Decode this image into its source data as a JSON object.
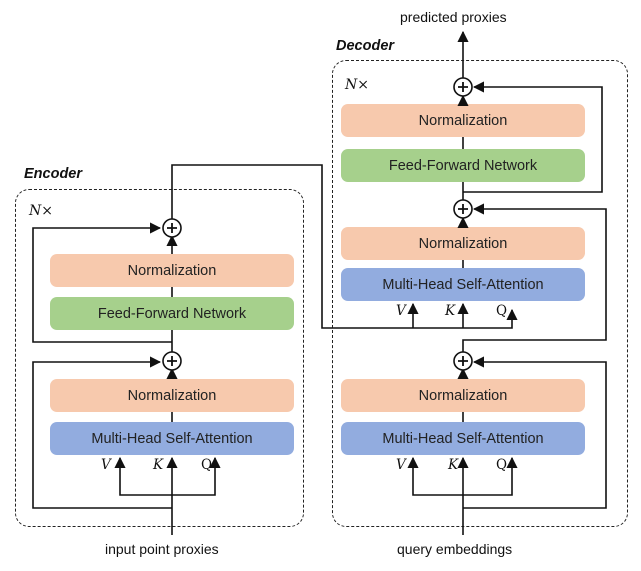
{
  "encoder": {
    "title": "Encoder",
    "repeat": "N×",
    "norm_top": "Normalization",
    "ffn": "Feed-Forward Network",
    "norm_bottom": "Normalization",
    "mhsa": "Multi-Head Self-Attention",
    "ports": {
      "v": "V",
      "k": "K",
      "q": "Q"
    },
    "input_label": "input point proxies"
  },
  "decoder": {
    "title": "Decoder",
    "repeat": "N×",
    "norm_top": "Normalization",
    "ffn": "Feed-Forward Network",
    "norm_mid": "Normalization",
    "cross_attn": "Multi-Head Self-Attention",
    "cross_ports": {
      "v": "V",
      "k": "K",
      "q": "Q"
    },
    "norm_bottom": "Normalization",
    "self_attn": "Multi-Head Self-Attention",
    "self_ports": {
      "v": "V",
      "k": "K",
      "q": "Q"
    },
    "input_label": "query embeddings",
    "output_label": "predicted proxies"
  },
  "colors": {
    "normalization": "#f7c9ad",
    "feed_forward": "#a6d08c",
    "attention": "#92acdf"
  }
}
